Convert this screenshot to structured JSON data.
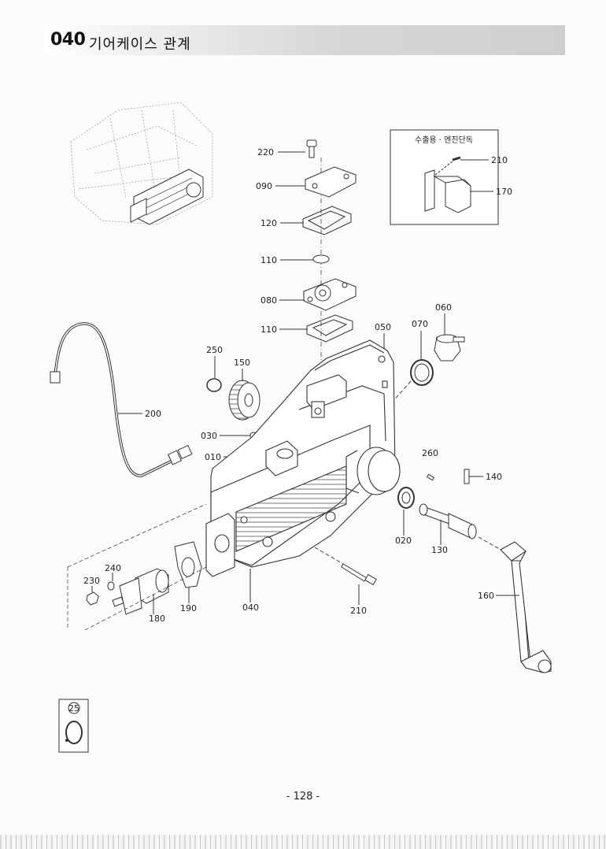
{
  "header": {
    "section_number": "040",
    "section_title": "기어케이스 관계"
  },
  "inset": {
    "caption": "수출용 · 엔진단독",
    "labels": {
      "bolt": "210",
      "bracket": "170"
    }
  },
  "callouts": {
    "p220": "220",
    "p090": "090",
    "p120": "120",
    "p110a": "110",
    "p080": "080",
    "p110b": "110",
    "p060": "060",
    "p070": "070",
    "p050": "050",
    "p250": "250",
    "p150": "150",
    "p200": "200",
    "p030": "030",
    "p010": "010",
    "p260": "260",
    "p140": "140",
    "p020": "020",
    "p130": "130",
    "p240": "240",
    "p230": "230",
    "p180": "180",
    "p190": "190",
    "p040": "040",
    "p210": "210",
    "p160": "160"
  },
  "legend_box": {
    "badge": "25"
  },
  "footer": {
    "page_number": "- 128 -"
  }
}
